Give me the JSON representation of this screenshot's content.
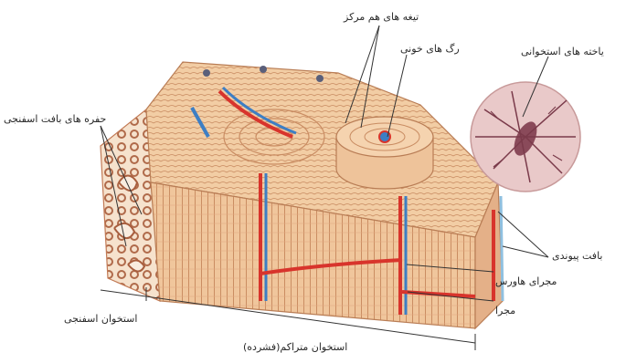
{
  "diagram": {
    "labels": {
      "concentric_lamellae": "تیغه های هم مرکز",
      "blood_vessels": "رگ های خونی",
      "bone_cells": "یاخته های استخوانی",
      "spongy_cavities": "حفره های بافت اسفنجی",
      "connective_tissue": "بافت پیوندی",
      "haversian_canal": "مجرای هاورس",
      "canal": "مجرا",
      "spongy_bone": "استخوان اسفنجی",
      "compact_bone": "استخوان متراکم(فشرده)"
    },
    "colors": {
      "bone": "#f0c9a0",
      "bone_dark": "#d9a57b",
      "bone_line": "#b97d55",
      "artery": "#d8342c",
      "vein": "#3d7ec4",
      "cell_bg": "#e9c9c9",
      "cell_line": "#7a3a4a"
    }
  }
}
